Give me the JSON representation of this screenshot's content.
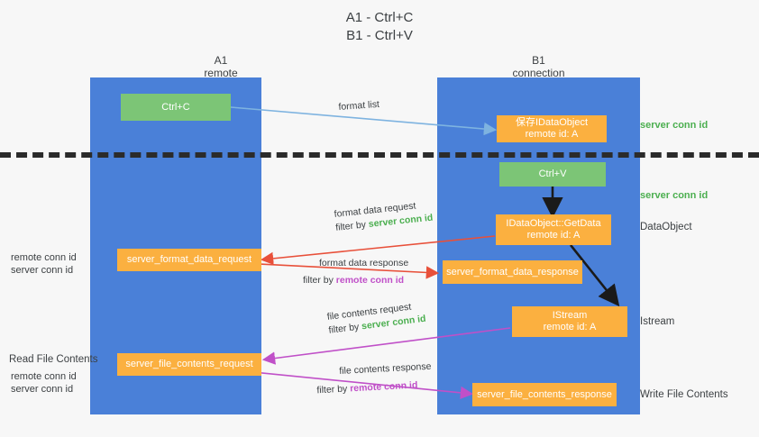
{
  "title": {
    "line1": "A1 - Ctrl+C",
    "line2": "B1 - Ctrl+V"
  },
  "columns": [
    {
      "name": "A1",
      "sub": "remote"
    },
    {
      "name": "B1",
      "sub": "connection"
    }
  ],
  "colors": {
    "lane": "#4a80d8",
    "green_box": "#7cc576",
    "orange_box": "#fbb040",
    "server_conn_id": "#4caf50",
    "remote_conn_id": "#c050c8",
    "arrow_format_list": "#7eb3e0",
    "arrow_format_data": "#e8503a",
    "arrow_file_contents": "#c050c8",
    "arrow_black": "#1a1a1a",
    "divider": "#2b2b2b"
  },
  "nodes": {
    "ctrl_c": {
      "line1": "Ctrl+C",
      "line2": ""
    },
    "save_idataobject": {
      "line1": "保存IDataObject",
      "line2": "remote id: A"
    },
    "ctrl_v": {
      "line1": "Ctrl+V",
      "line2": ""
    },
    "getdata": {
      "line1": "IDataObject::GetData",
      "line2": "remote id: A"
    },
    "server_format_data_request": {
      "line1": "server_format_data_request",
      "line2": ""
    },
    "server_format_data_response": {
      "line1": "server_format_data_response",
      "line2": ""
    },
    "istream": {
      "line1": "IStream",
      "line2": "remote id: A"
    },
    "server_file_contents_request": {
      "line1": "server_file_contents_request",
      "line2": ""
    },
    "server_file_contents_response": {
      "line1": "server_file_contents_response",
      "line2": ""
    }
  },
  "right_labels": {
    "server_conn_id_top": "server conn id",
    "server_conn_id_mid": "server conn id",
    "dataobject": "DataObject",
    "istream": "Istream",
    "write_file_contents": "Write File Contents"
  },
  "left_labels": {
    "remote_conn_id_1": "remote conn id",
    "server_conn_id_1": "server conn id",
    "read_file_contents": "Read File Contents",
    "remote_conn_id_2": "remote conn id",
    "server_conn_id_2": "server conn id"
  },
  "edges": {
    "format_list": {
      "text": "format list"
    },
    "format_data_request": {
      "line1": "format data request",
      "filter_prefix": "filter by ",
      "filter_value": "server conn id"
    },
    "format_data_response": {
      "line1": "format data response",
      "filter_prefix": "filter by ",
      "filter_value": "remote conn id"
    },
    "file_contents_request": {
      "line1": "file contents request",
      "filter_prefix": "filter by ",
      "filter_value": "server conn id"
    },
    "file_contents_response": {
      "line1": "file contents response",
      "filter_prefix": "filter by ",
      "filter_value": "remote conn id"
    }
  }
}
